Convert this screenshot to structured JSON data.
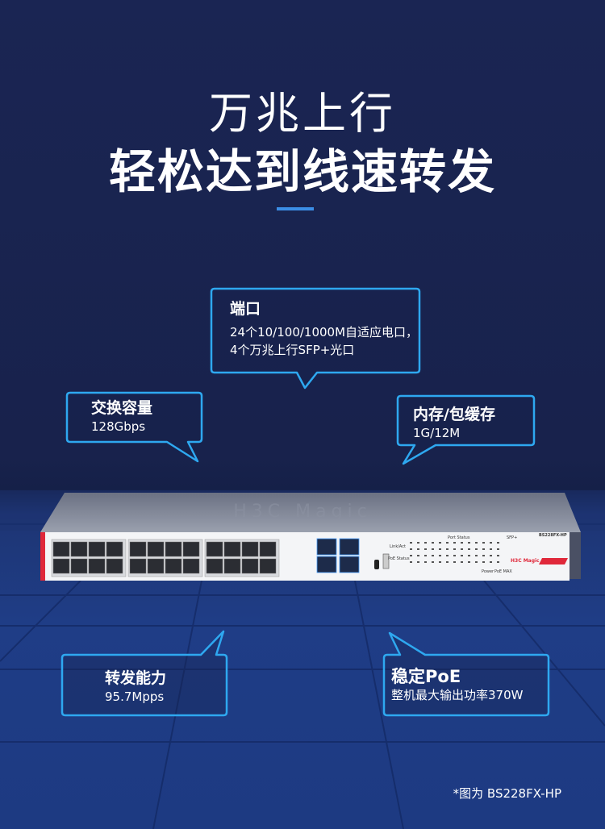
{
  "headline": {
    "line1": "万兆上行",
    "line2": "轻松达到线速转发"
  },
  "callouts": [
    {
      "id": "ports",
      "title": "端口",
      "lines": [
        "24个10/100/1000M自适应电口，",
        "4个万兆上行SFP+光口"
      ]
    },
    {
      "id": "switching-capacity",
      "title": "交换容量",
      "lines": [
        "128Gbps"
      ]
    },
    {
      "id": "buffer",
      "title": "内存/包缓存",
      "lines": [
        "1G/12M"
      ]
    },
    {
      "id": "forwarding",
      "title": "转发能力",
      "lines": [
        "95.7Mpps"
      ]
    },
    {
      "id": "poe",
      "title": "稳定PoE",
      "lines": [
        "整机最大输出功率370W"
      ]
    }
  ],
  "device": {
    "model": "BS228FX-HP",
    "brand": "H3C Magic",
    "port_status_label": "Port Status",
    "sfp_label": "SFP+",
    "link_act_label": "Link/Act",
    "poe_status_label": "PoE Status",
    "power_label": "Power",
    "poe_max_label": "PoE MAX"
  },
  "footer_note": "*图为 BS228FX-HP",
  "colors": {
    "accent": "#2ea8f0",
    "background": "#1a2553",
    "brand_red": "#e0283a"
  }
}
